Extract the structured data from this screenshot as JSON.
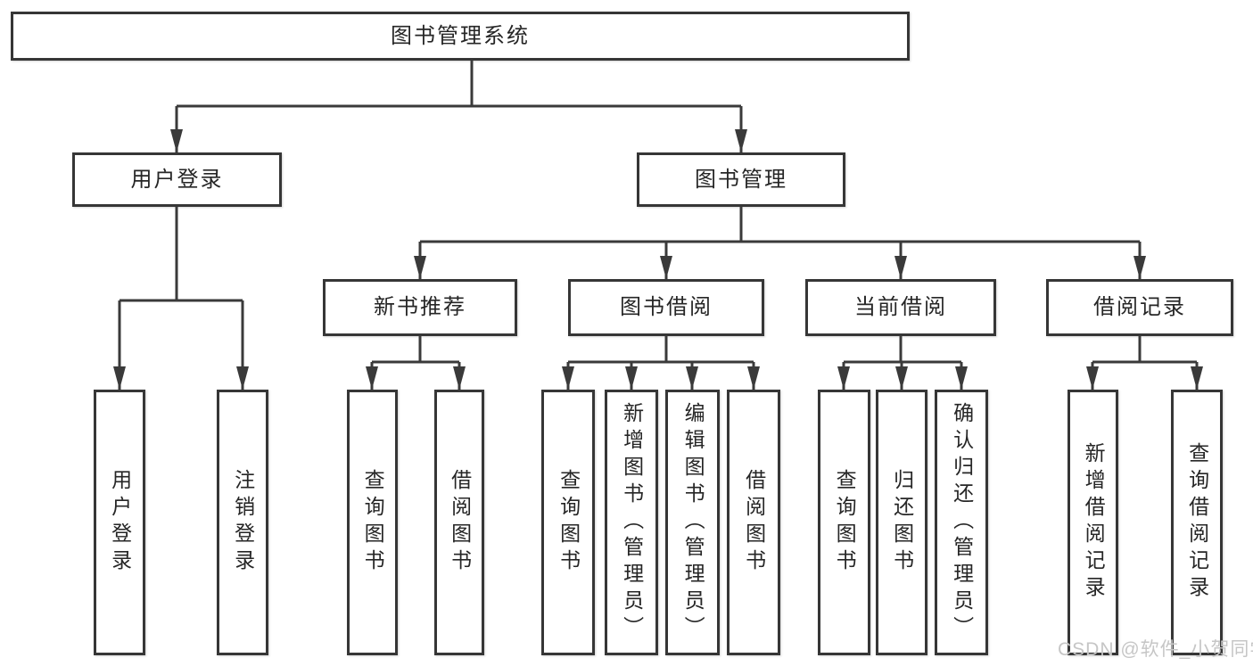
{
  "nodes": {
    "root": {
      "label": "图书管理系统"
    },
    "level2": [
      {
        "label": "用户登录"
      },
      {
        "label": "图书管理"
      }
    ],
    "level3": [
      {
        "label": "新书推荐"
      },
      {
        "label": "图书借阅"
      },
      {
        "label": "当前借阅"
      },
      {
        "label": "借阅记录"
      }
    ],
    "leaves": [
      {
        "label": "用户登录"
      },
      {
        "label": "注销登录"
      },
      {
        "label": "查询图书"
      },
      {
        "label": "借阅图书"
      },
      {
        "label": "查询图书"
      },
      {
        "label": "新增图书（管理员）"
      },
      {
        "label": "编辑图书（管理员）"
      },
      {
        "label": "借阅图书"
      },
      {
        "label": "查询图书"
      },
      {
        "label": "归还图书"
      },
      {
        "label": "确认归还（管理员）"
      },
      {
        "label": "新增借阅记录"
      },
      {
        "label": "查询借阅记录"
      }
    ]
  },
  "watermark": {
    "text": "CSDN @软件_小贺同学"
  },
  "colors": {
    "line": "#3a3a3a",
    "box_border": "#363636",
    "text": "#262626",
    "watermark": "#c6c6c6",
    "background": "#ffffff"
  }
}
